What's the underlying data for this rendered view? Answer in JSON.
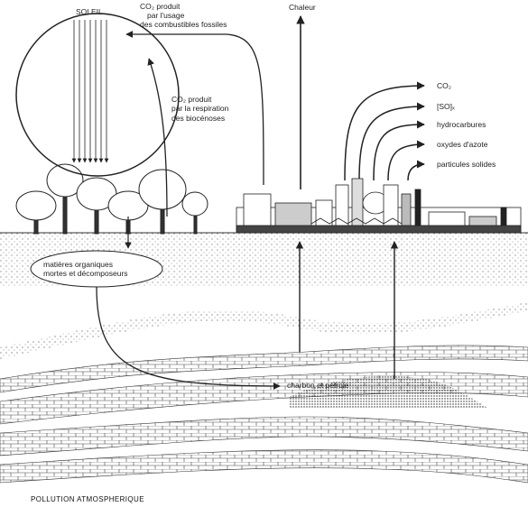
{
  "labels": {
    "sun": "SOLEIL",
    "co2_fossil": [
      "CO₂ produit",
      "par l'usage",
      "des combustibles fossiles"
    ],
    "co2_respiration": [
      "CO₂ produit",
      "par la respiration",
      "des biocénoses"
    ],
    "heat": "Chaleur",
    "organic": [
      "matières organiques",
      "mortes et décomposeurs"
    ],
    "coal_oil": "charbon et pétrole",
    "caption": "POLLUTION ATMOSPHERIQUE"
  },
  "emissions": [
    "CO₂",
    "[SO]ₓ",
    "hydrocarbures",
    "oxydes d'azote",
    "particules solides"
  ]
}
